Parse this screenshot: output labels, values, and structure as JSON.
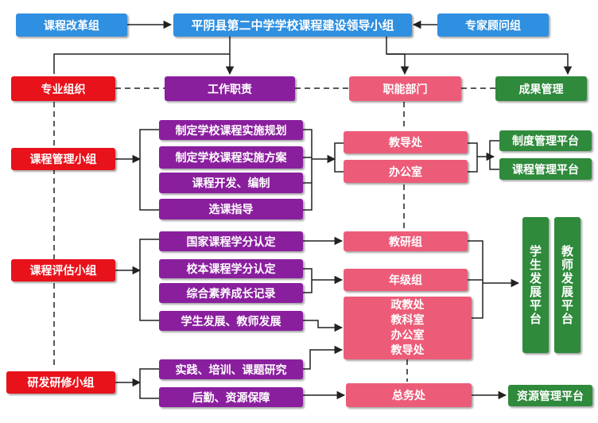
{
  "top": {
    "reform_group": "课程改革组",
    "leadership_group": "平阴县第二中学学校课程建设领导小组",
    "expert_group": "专家顾问组"
  },
  "row2": {
    "professional_org": "专业组织",
    "work_duties": "工作职责",
    "functional_depts": "职能部门",
    "result_management": "成果管理"
  },
  "groups": {
    "management": "课程管理小组",
    "evaluation": "课程评估小组",
    "research": "研发研修小组"
  },
  "duties": [
    "制定学校课程实施规划",
    "制定学校课程实施方案",
    "课程开发、编制",
    "选课指导",
    "国家课程学分认定",
    "校本课程学分认定",
    "综合素养成长记录",
    "学生发展、教师发展",
    "实践、培训、课题研究",
    "后勤、资源保障"
  ],
  "departments": {
    "teaching_office": "教导处",
    "general_office": "办公室",
    "research_group": "教研组",
    "grade_group": "年级组",
    "combined": [
      "政教处",
      "教科室",
      "办公室",
      "教导处"
    ],
    "general_affairs": "总务处"
  },
  "platforms": {
    "system_mgmt": "制度管理平台",
    "course_mgmt": "课程管理平台",
    "student_dev": "学生发展平台",
    "teacher_dev": "教师发展平台",
    "resource_mgmt": "资源管理平台"
  },
  "colors": {
    "blue": "#2f8fe0",
    "red": "#e8121b",
    "purple": "#8a1f9e",
    "pink": "#ec5c78",
    "green": "#2f8a3c"
  }
}
